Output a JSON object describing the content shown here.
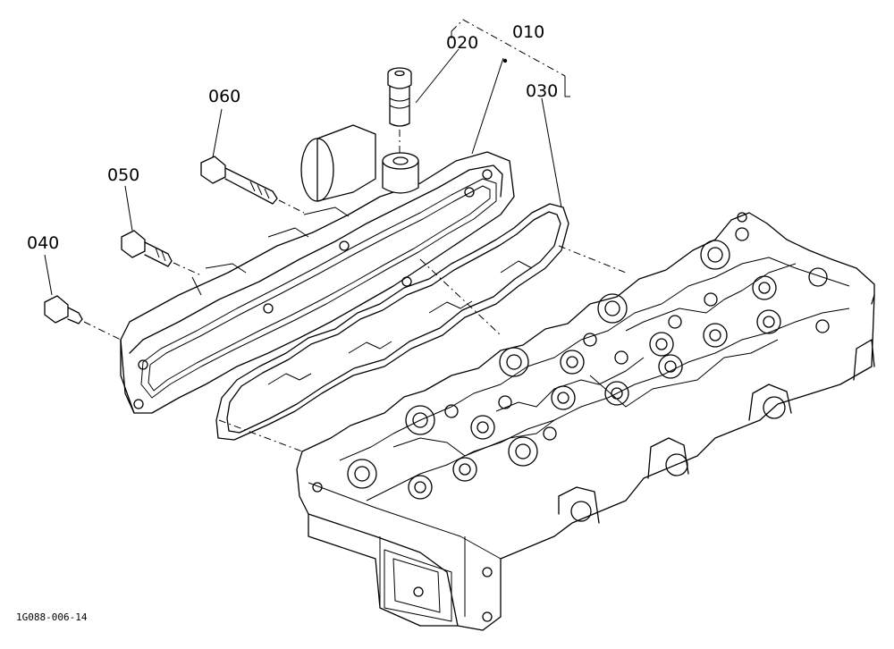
{
  "callouts": {
    "c010": "010",
    "c020": "020",
    "c030": "030",
    "c040": "040",
    "c050": "050",
    "c060": "060"
  },
  "figure_code": "1G088-006-14",
  "icons": [
    "breather-pipe-icon",
    "bolt-icon",
    "gasket-icon",
    "cylinder-head-icon",
    "cylinder-head-cover-icon"
  ]
}
